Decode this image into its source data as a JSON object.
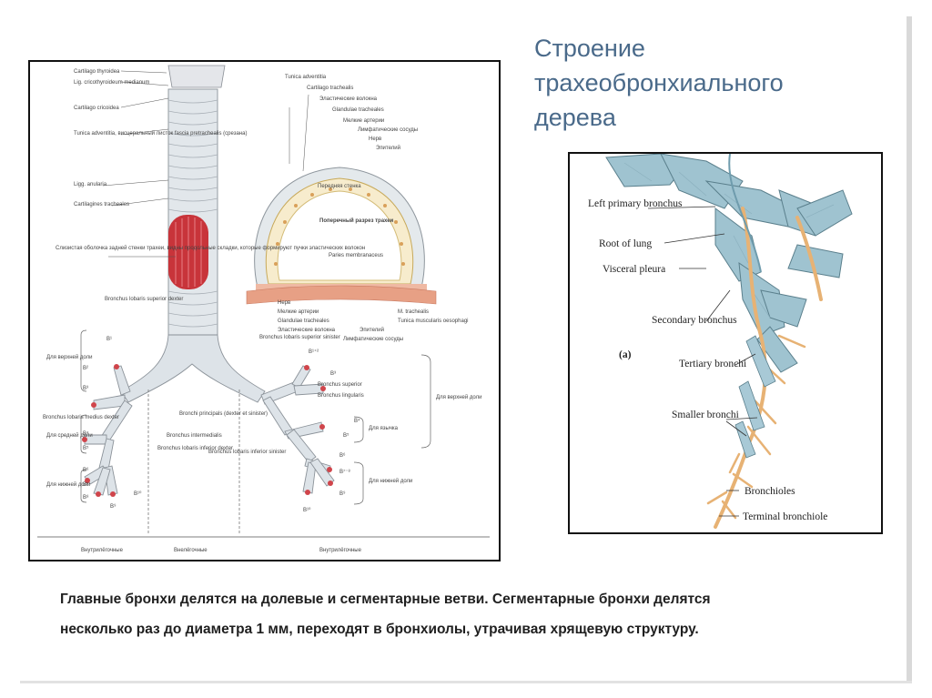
{
  "title": {
    "line1": "Строение",
    "line2": "трахеобронхиального",
    "line3": "дерева"
  },
  "caption": {
    "line1": "Главные бронхи делятся на долевые и сегментарные ветви. Сегментарные бронхи делятся",
    "line2": "несколько раз до диаметра 1 мм, переходят в бронхиолы, утрачивая хрящевую структуру."
  },
  "left_figure": {
    "trachea_labels": [
      "Cartilago thyroidea",
      "Lig. cricothyroideum medianum",
      "Cartilago cricoidea",
      "Tunica adventitia, висцеральный листок fascia pretrachealis (срезана)",
      "Ligg. anularia",
      "Cartilagines tracheales",
      "Слизистая оболочка задней стенки трахеи, видны продольные складки, которые формируют пучки эластических волокон",
      "Bronchus lobaris superior dexter"
    ],
    "cross_section_labels": [
      "Tunica adventitia",
      "Cartilago trachealis",
      "Эластические волокна",
      "Glandulae tracheales",
      "Мелкие артерии",
      "Лимфатические сосуды",
      "Нерв",
      "Эпителий",
      "Передняя стенка",
      "Поперечный разрез трахеи",
      "Paries membranaceus",
      "M. trachealis",
      "Tunica muscularis oesophagi"
    ],
    "cross_section_bottom_labels": [
      "Нерв",
      "Мелкие артерии",
      "Glandulae tracheales",
      "Эластические волокна",
      "Эпителий",
      "Лимфатические сосуды"
    ],
    "bronchi_labels": [
      "Bronchus lobaris superior sinister",
      "Bronchus superior",
      "Bronchus lingularis",
      "Bronchus lobaris medius dexter",
      "Bronchi principals (dexter et sinister)",
      "Bronchus intermedialis",
      "Bronchus lobaris inferior dexter",
      "Bronchus lobaris inferior sinister"
    ],
    "side_labels_right": [
      "Для верхней доли",
      "Для средней доли",
      "Для нижней доли"
    ],
    "side_labels_left": [
      "Для верхней доли",
      "Для язычка",
      "Для нижней доли"
    ],
    "segment_labels": [
      "B¹",
      "B²",
      "B³",
      "B⁴",
      "B⁵",
      "B⁶",
      "B⁷",
      "B⁸",
      "B⁹",
      "B¹⁰",
      "B¹⁺²",
      "B³",
      "B⁴",
      "B⁵",
      "B⁶",
      "B⁷⁻⁸",
      "B⁹",
      "B¹⁰"
    ],
    "bottom_labels": [
      "Внутрилёгочные",
      "Внелёгочные",
      "Внутрилёгочные"
    ]
  },
  "right_figure": {
    "labels": [
      "Left primary bronchus",
      "Root of lung",
      "Visceral pleura",
      "Secondary bronchus",
      "Tertiary bronchi",
      "Smaller bronchi",
      "Bronchioles",
      "Terminal bronchiole"
    ],
    "panel_tag": "(a)"
  },
  "colors": {
    "title": "#4a6a8a",
    "caption": "#1f1f1f",
    "cartilage": "#dfe6ea",
    "muscle": "#c8343a",
    "bronchus_blue": "#9fc3d0",
    "bronchus_orange": "#e7b274"
  }
}
